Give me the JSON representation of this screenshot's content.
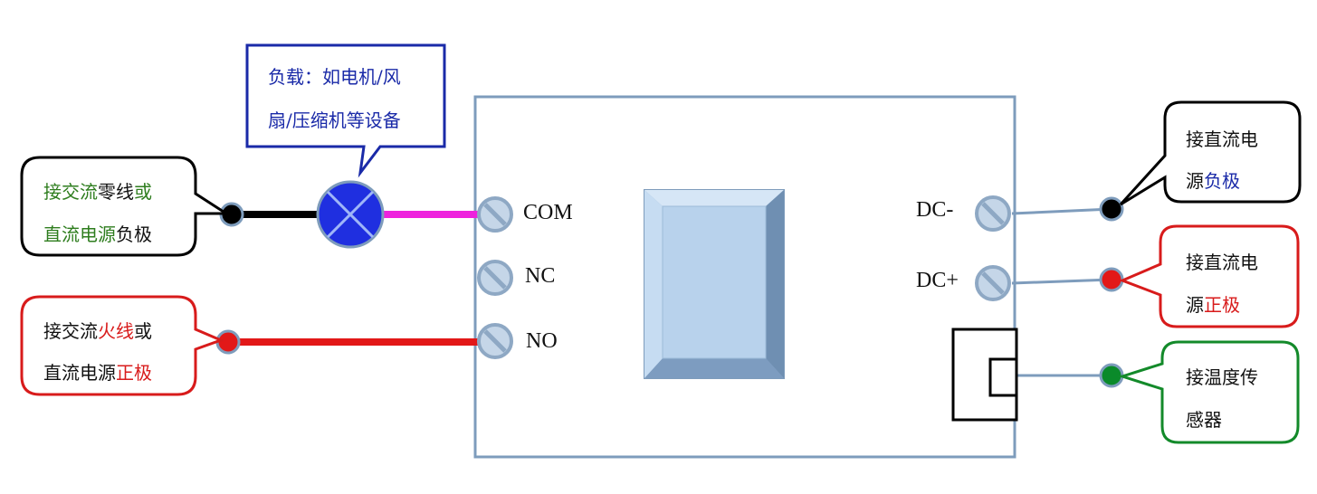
{
  "load_callout": {
    "line1": "负载：如电机/风",
    "line2": "扇/压缩机等设备",
    "color": "#1a2aa8"
  },
  "neutral_callout": {
    "line1_a": "接交流",
    "line1_b": "零线",
    "line1_c": "或",
    "line2_a": "直流电源",
    "line2_b": "负极"
  },
  "live_callout": {
    "line1_a": "接交流",
    "line1_b": "火线",
    "line1_c": "或",
    "line2_a": "直流电源",
    "line2_b": "正极"
  },
  "dc_neg_callout": {
    "line1": "接直流电",
    "line2_a": "源",
    "line2_b": "负极"
  },
  "dc_pos_callout": {
    "line1": "接直流电",
    "line2_a": "源",
    "line2_b": "正极"
  },
  "sensor_callout": {
    "line1": "接温度传",
    "line2": "感器"
  },
  "terminals": {
    "com": "COM",
    "nc": "NC",
    "no": "NO",
    "dc_minus": "DC-",
    "dc_plus": "DC+"
  },
  "colors": {
    "load_lamp": "#1f2fe0",
    "load_wire": "#ee22dd",
    "live_wire": "#e21818",
    "neutral_wire": "#000000",
    "sensor_dot": "#0a8a2a",
    "board_border": "#7e9cbc",
    "relay_face": "#b8d2ec"
  },
  "icons": [
    "screw-terminal-icon",
    "lamp-load-icon",
    "wire-dot-icon",
    "relay-icon",
    "sensor-socket-icon"
  ]
}
